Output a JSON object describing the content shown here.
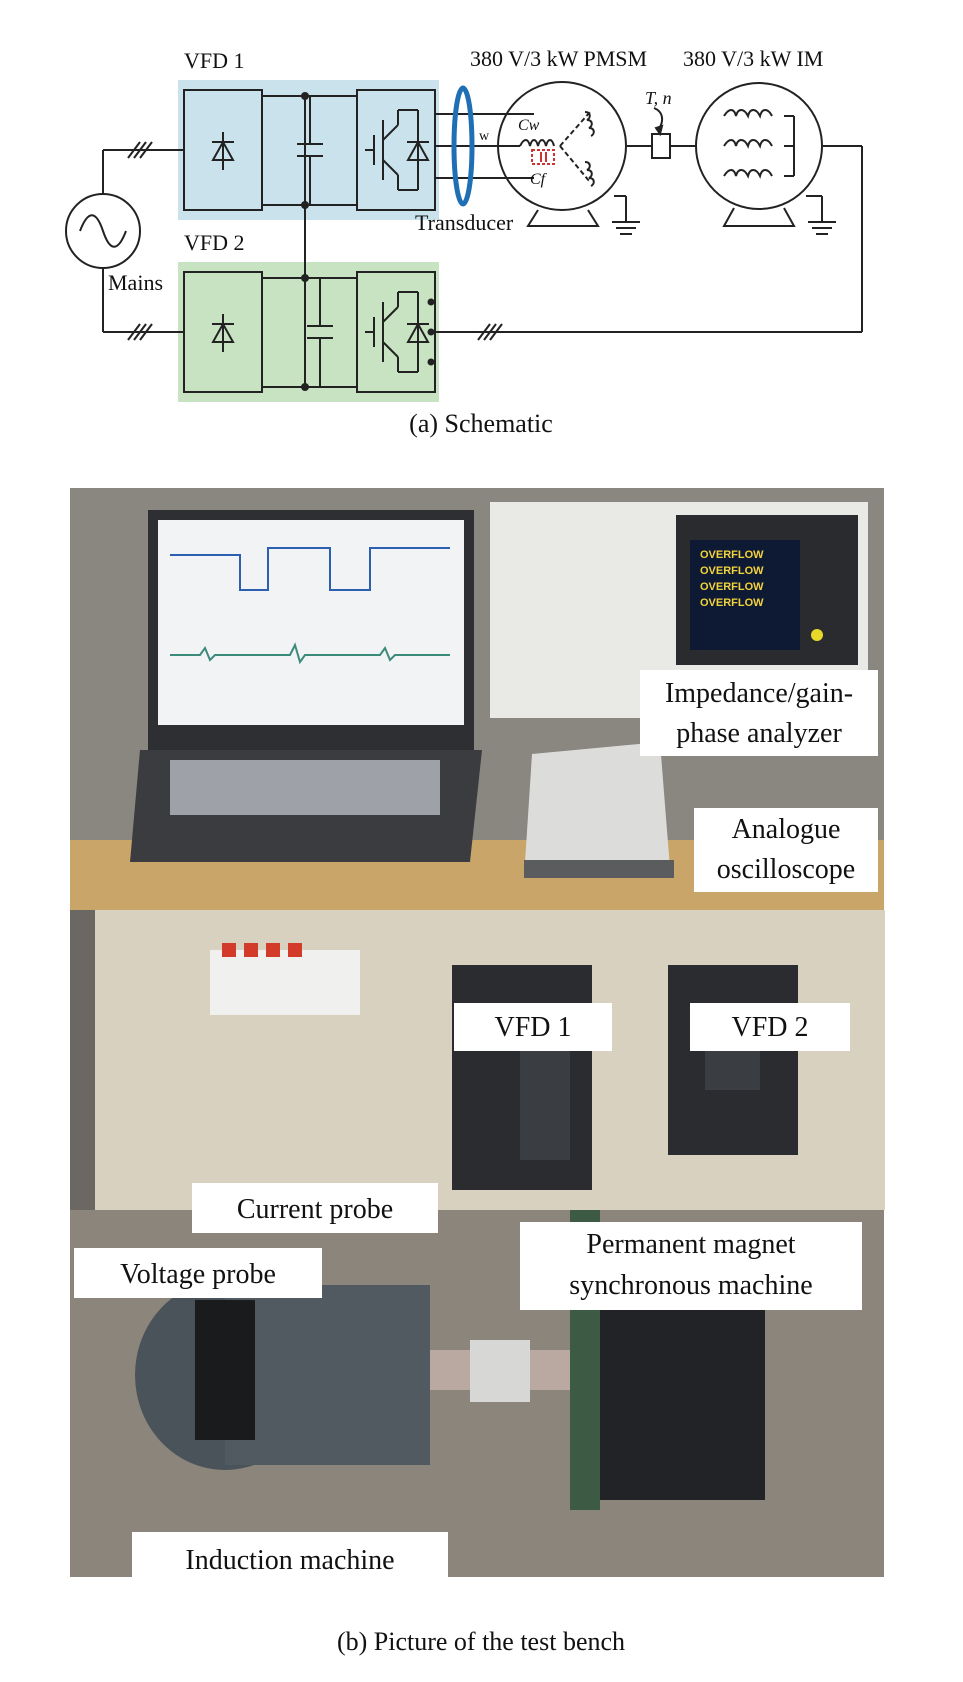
{
  "schematic": {
    "vfd1_label": "VFD 1",
    "vfd2_label": "VFD 2",
    "mains_label": "Mains",
    "pmsm_label": "380 V/3 kW PMSM",
    "im_label": "380 V/3 kW IM",
    "torque_speed_label": "T, n",
    "transducer_label": "Transducer",
    "w_label": "w",
    "cw_label": "Cw",
    "cf_label": "Cf",
    "caption": "(a) Schematic",
    "colors": {
      "vfd1_fill": "#c9e2ec",
      "vfd2_fill": "#c8e3c2",
      "transducer": "#1f6fb5",
      "lines": "#222222"
    }
  },
  "photo": {
    "caption": "(b) Picture of the test bench",
    "labels": {
      "impedance_line1": "Impedance/gain-",
      "impedance_line2": "phase analyzer",
      "oscilloscope_line1": "Analogue",
      "oscilloscope_line2": "oscilloscope",
      "vfd1": "VFD 1",
      "vfd2": "VFD 2",
      "current_probe": "Current probe",
      "voltage_probe": "Voltage probe",
      "pmsm_line1": "Permanent magnet",
      "pmsm_line2": "synchronous machine",
      "induction_machine": "Induction machine"
    },
    "analyzer_screen": [
      "OVERFLOW",
      "OVERFLOW",
      "OVERFLOW",
      "OVERFLOW"
    ]
  }
}
